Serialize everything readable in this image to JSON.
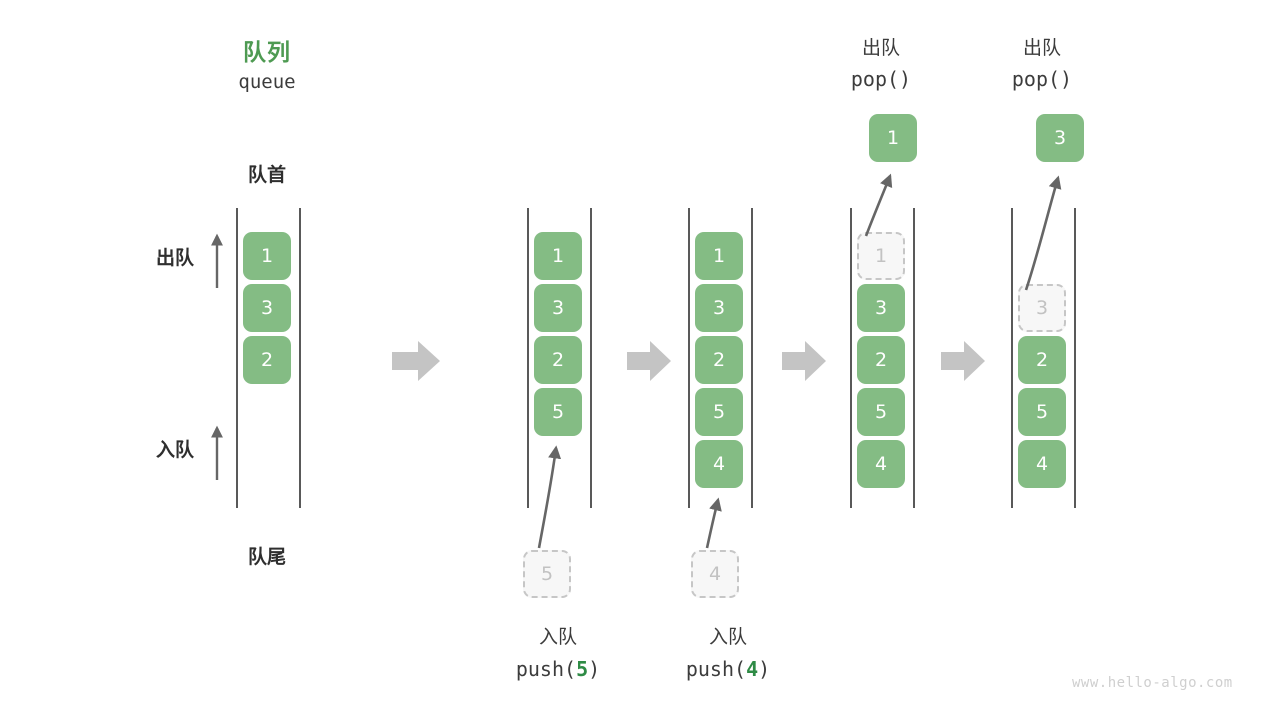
{
  "watermark": "www.hello-algo.com",
  "colors": {
    "accent_green": "#4e9a52",
    "cell_fill": "#84bc84",
    "cell_text": "#ffffff",
    "ghost_fill": "#f7f7f7",
    "ghost_border": "#c6c6c6",
    "ghost_text": "#c2c2c2",
    "rail": "#595959",
    "arrow_grey": "#666666",
    "step_arrow": "#c4c4c4",
    "watermark": "#cfcfcf"
  },
  "header": {
    "title_cn": "队列",
    "title_en": "queue"
  },
  "annotations": {
    "front_label": "队首",
    "rear_label": "队尾",
    "dequeue_label": "出队",
    "enqueue_label": "入队"
  },
  "stages": [
    {
      "id": "initial",
      "caption_cn": "",
      "caption_code_prefix": "",
      "caption_code_arg": "",
      "caption_code_suffix": "",
      "top_label_cn": "",
      "top_label_code": "",
      "cells": [
        "1",
        "3",
        "2"
      ],
      "ghost_index": -1,
      "incoming_value": "",
      "popped_value": ""
    },
    {
      "id": "push-5",
      "caption_cn": "入队",
      "caption_code_prefix": "push(",
      "caption_code_arg": "5",
      "caption_code_suffix": ")",
      "top_label_cn": "",
      "top_label_code": "",
      "cells": [
        "1",
        "3",
        "2",
        "5"
      ],
      "ghost_index": -1,
      "incoming_value": "5",
      "popped_value": ""
    },
    {
      "id": "push-4",
      "caption_cn": "入队",
      "caption_code_prefix": "push(",
      "caption_code_arg": "4",
      "caption_code_suffix": ")",
      "top_label_cn": "",
      "top_label_code": "",
      "cells": [
        "1",
        "3",
        "2",
        "5",
        "4"
      ],
      "ghost_index": -1,
      "incoming_value": "4",
      "popped_value": ""
    },
    {
      "id": "pop-1",
      "caption_cn": "",
      "caption_code_prefix": "",
      "caption_code_arg": "",
      "caption_code_suffix": "",
      "top_label_cn": "出队",
      "top_label_code": "pop()",
      "cells": [
        "1",
        "3",
        "2",
        "5",
        "4"
      ],
      "ghost_index": 0,
      "incoming_value": "",
      "popped_value": "1"
    },
    {
      "id": "pop-3",
      "caption_cn": "",
      "caption_code_prefix": "",
      "caption_code_arg": "",
      "caption_code_suffix": "",
      "top_label_cn": "出队",
      "top_label_code": "pop()",
      "cells": [
        "3",
        "2",
        "5",
        "4"
      ],
      "ghost_index": 0,
      "incoming_value": "",
      "popped_value": "3"
    }
  ]
}
